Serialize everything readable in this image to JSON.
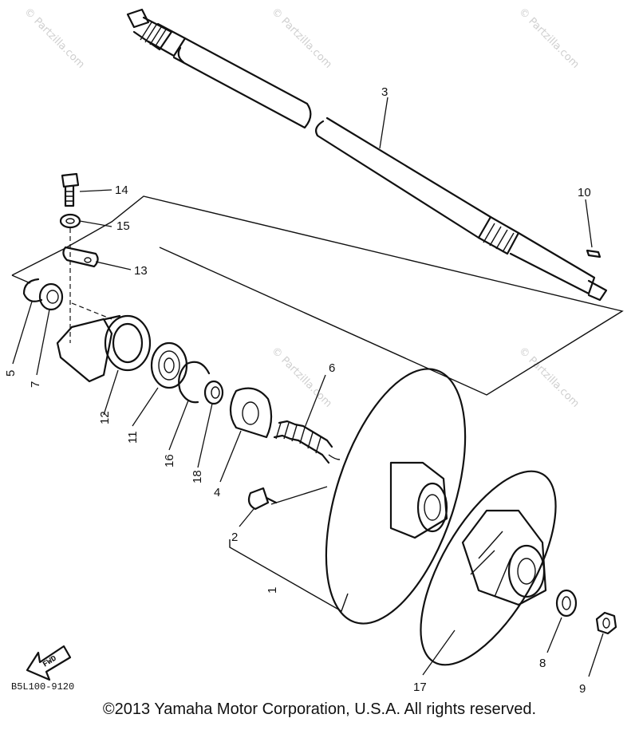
{
  "watermark": "© Partzilla.com",
  "diagram_code": "B5L100-9120",
  "fwd_arrow_label": "FWD",
  "copyright": "©2013 Yamaha Motor Corporation, U.S.A. All rights reserved.",
  "callouts": {
    "c1": "1",
    "c2": "2",
    "c3": "3",
    "c4": "4",
    "c5": "5",
    "c6": "6",
    "c7": "7",
    "c8": "8",
    "c9": "9",
    "c10": "10",
    "c11": "11",
    "c12": "12",
    "c13": "13",
    "c14": "14",
    "c15": "15",
    "c16": "16",
    "c17": "17",
    "c18": "18"
  }
}
